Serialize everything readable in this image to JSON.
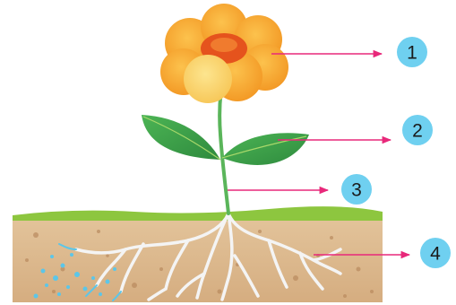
{
  "diagram": {
    "subject": "plant-parts",
    "colors": {
      "arrow": "#e8287a",
      "badge_fill": "#6fd0f0",
      "badge_text": "#1a1a1a",
      "petal": "#f7a93a",
      "petal_light": "#fbd46e",
      "flower_center": "#e5531d",
      "leaf": "#3ba04a",
      "stem": "#5ab55a",
      "grass": "#8dc63f",
      "soil": "#d6b48c",
      "root": "#f2f2f2",
      "water": "#5cc6e8"
    },
    "labels": [
      {
        "part": "flower",
        "number": "1"
      },
      {
        "part": "leaf",
        "number": "2"
      },
      {
        "part": "stem",
        "number": "3"
      },
      {
        "part": "root",
        "number": "4"
      }
    ]
  }
}
